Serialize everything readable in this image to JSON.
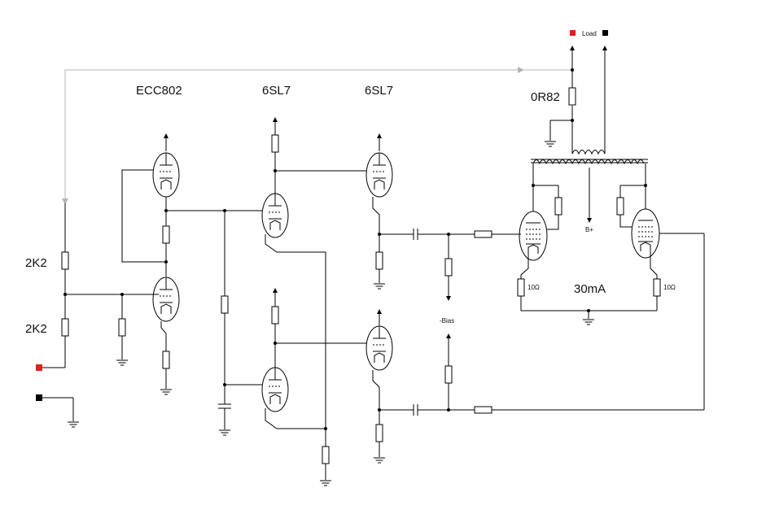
{
  "labels": {
    "load": "Load",
    "sense_resistor": "0R82",
    "tube_ecc802": "ECC802",
    "tube_6sl7_a": "6SL7",
    "tube_6sl7_b": "6SL7",
    "r_upper": "2K2",
    "r_lower": "2K2",
    "b_plus": "B+",
    "bias": "-Bias",
    "current": "30mA",
    "r_cathode_left": "10Ω",
    "r_cathode_right": "10Ω"
  },
  "colors": {
    "wire": "#000000",
    "feedback": "#b4b4b4",
    "terminal_hot": "#e02020",
    "terminal_cold": "#000000"
  }
}
